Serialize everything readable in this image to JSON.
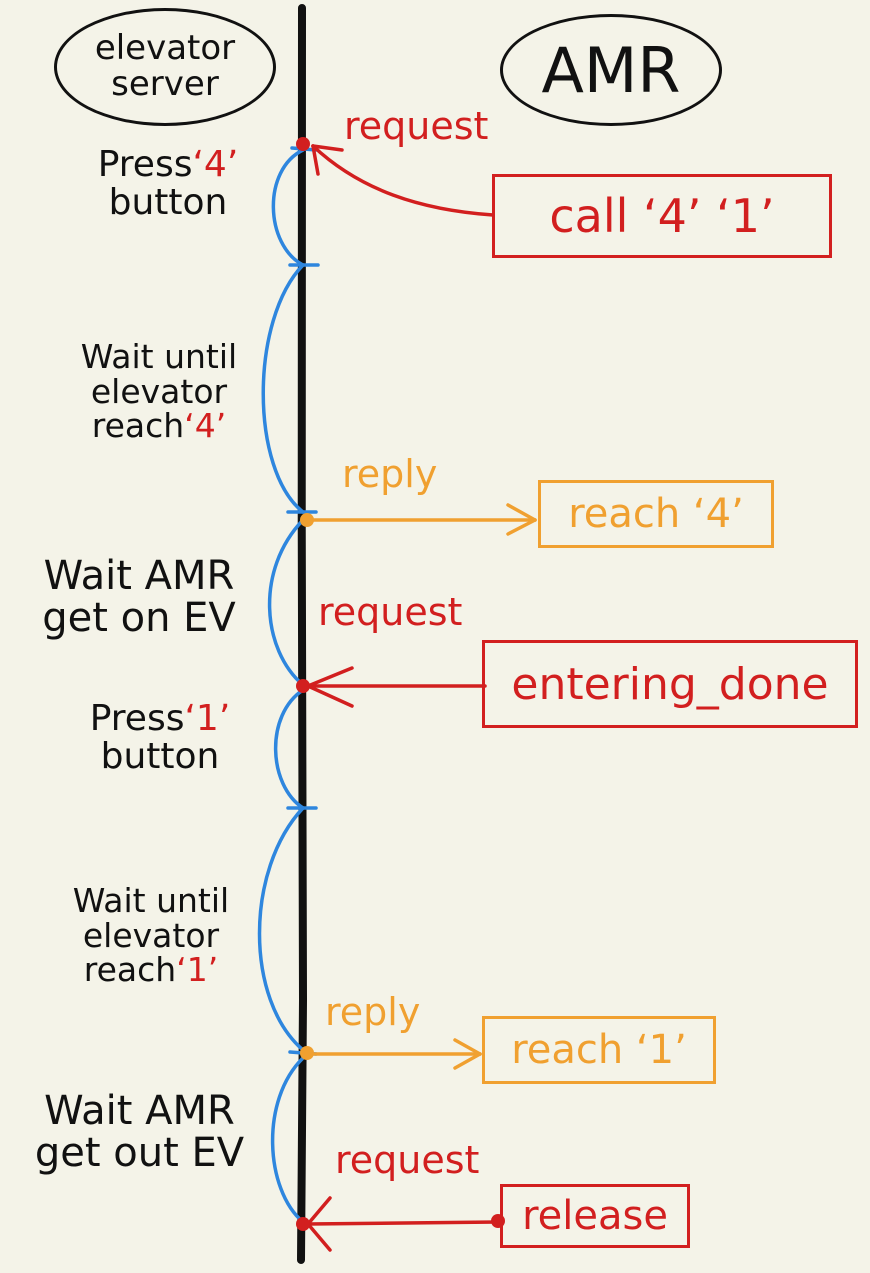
{
  "actors": {
    "server_line1": "elevator",
    "server_line2": "server",
    "amr": "AMR"
  },
  "steps": [
    {
      "line1_a": "Press",
      "line1_b": "‘4’",
      "line2": "button"
    },
    {
      "line1": "Wait until",
      "line2": "elevator",
      "line3_a": "reach",
      "line3_b": "‘4’"
    },
    {
      "line1": "Wait AMR",
      "line2": "get on EV"
    },
    {
      "line1_a": "Press",
      "line1_b": "‘1’",
      "line2": "button"
    },
    {
      "line1": "Wait until",
      "line2": "elevator",
      "line3_a": "reach",
      "line3_b": "‘1’"
    },
    {
      "line1": "Wait AMR",
      "line2": "get out EV"
    }
  ],
  "messages": [
    {
      "kind": "request",
      "label": "request",
      "box": "call ‘4’  ‘1’"
    },
    {
      "kind": "reply",
      "label": "reply",
      "box": "reach ‘4’"
    },
    {
      "kind": "request",
      "label": "request",
      "box": "entering_done"
    },
    {
      "kind": "reply",
      "label": "reply",
      "box": "reach ‘1’"
    },
    {
      "kind": "request",
      "label": "request",
      "box": "release"
    }
  ],
  "colors": {
    "background": "#f4f3e8",
    "lifeline": "#111111",
    "request": "#d21f1f",
    "reply": "#f0a030",
    "interval": "#2e86de"
  }
}
